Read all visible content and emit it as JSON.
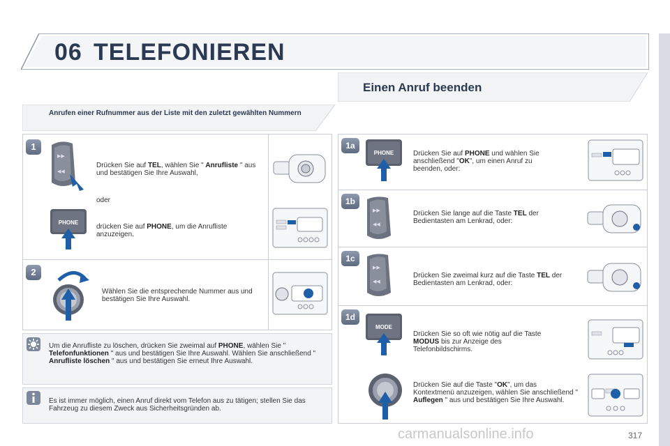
{
  "header": {
    "number": "06",
    "title": "TELEFONIEREN"
  },
  "section_title": "Einen Anruf beenden",
  "intro": "Anrufen einer Rufnummer aus der Liste mit den zuletzt gewählten Nummern",
  "left_steps": {
    "s1_badge": "1",
    "s1_a_pre": "Drücken Sie auf ",
    "s1_a_b1": "TEL",
    "s1_a_mid": ", wählen Sie \" ",
    "s1_a_b2": "Anrufliste",
    "s1_a_post": " \" aus und bestätigen Sie Ihre Auswahl,",
    "s1_or": "oder",
    "s1_b_pre": "drücken Sie auf ",
    "s1_b_b": "PHONE",
    "s1_b_post": ", um die Anrufliste anzuzeigen.",
    "s2_badge": "2",
    "s2_text": "Wählen Sie die entsprechende Nummer aus und bestätigen Sie Ihre Auswahl.",
    "phone_btn": "PHONE"
  },
  "tip": {
    "pre": "Um die Anrufliste zu löschen, drücken Sie zweimal auf ",
    "b1": "PHONE",
    "mid1": ", wählen Sie \" ",
    "b2": "Telefonfunktionen",
    "mid2": " \" aus und bestätigen Sie Ihre Auswahl. Wählen Sie anschließend \" ",
    "b3": "Anrufliste löschen",
    "post": " \" aus und bestätigen Sie erneut Ihre Auswahl."
  },
  "info": "Es ist immer möglich, einen Anruf direkt vom Telefon aus zu tätigen; stellen Sie das Fahrzeug zu diesem Zweck aus Sicherheitsgründen ab.",
  "right_steps": {
    "a_badge": "1a",
    "a_pre": "Drücken Sie auf ",
    "a_b": "PHONE",
    "a_mid": " und wählen Sie anschließend \"",
    "a_b2": "OK",
    "a_post": "\", um einen Anruf zu beenden, oder:",
    "b_badge": "1b",
    "b_pre": "Drücken Sie lange auf die Taste ",
    "b_b": "TEL",
    "b_post": " der Bedientasten am Lenkrad, oder:",
    "c_badge": "1c",
    "c_pre": "Drücken Sie zweimal kurz auf die Taste ",
    "c_b": "TEL",
    "c_post": " der Bedientasten am Lenkrad, oder:",
    "d_badge": "1d",
    "d_pre": "Drücken Sie so oft wie nötig auf die Taste ",
    "d_b": "MODUS",
    "d_post": " bis zur Anzeige des Telefonbildschirms.",
    "e_pre": "Drücken Sie auf die Taste \"",
    "e_b": "OK",
    "e_mid": "\", um das Kontextmenü anzuzeigen, wählen Sie anschließend \" ",
    "e_b2": "Auflegen",
    "e_post": " \" aus und bestätigen Sie Ihre Auswahl.",
    "phone_btn": "PHONE",
    "mode_btn": "MODE"
  },
  "page_number": "317",
  "watermark": "carmanualsonline.info",
  "colors": {
    "title": "#2b3a52",
    "accent_blue": "#1f5fa8",
    "badge": "#6b7790"
  }
}
